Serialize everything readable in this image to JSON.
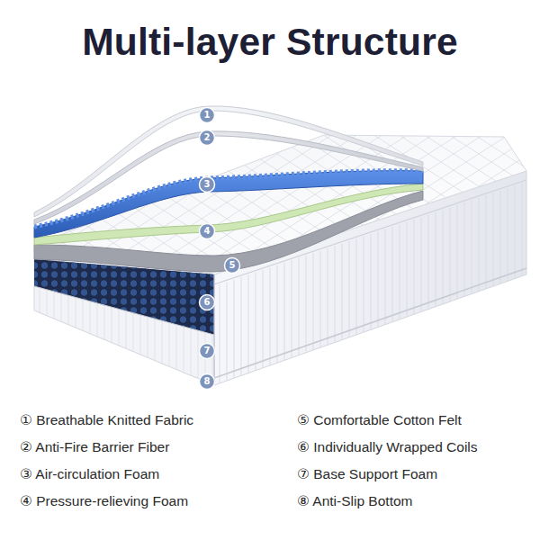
{
  "diagram": {
    "title": "Multi-layer Structure",
    "labels": [
      "1",
      "2",
      "3",
      "4",
      "5",
      "6",
      "7",
      "8",
      "① Breathable Knitted Fabric",
      "② Anti-Fire Barrier Fiber",
      "③ Air-circulation Foam",
      "④ Pressure-relieving Foam",
      "⑤ Comfortable Cotton Felt",
      "⑥ Individually Wrapped Coils",
      "⑦ Base Support Foam",
      "⑧ Anti-Slip Bottom"
    ]
  }
}
